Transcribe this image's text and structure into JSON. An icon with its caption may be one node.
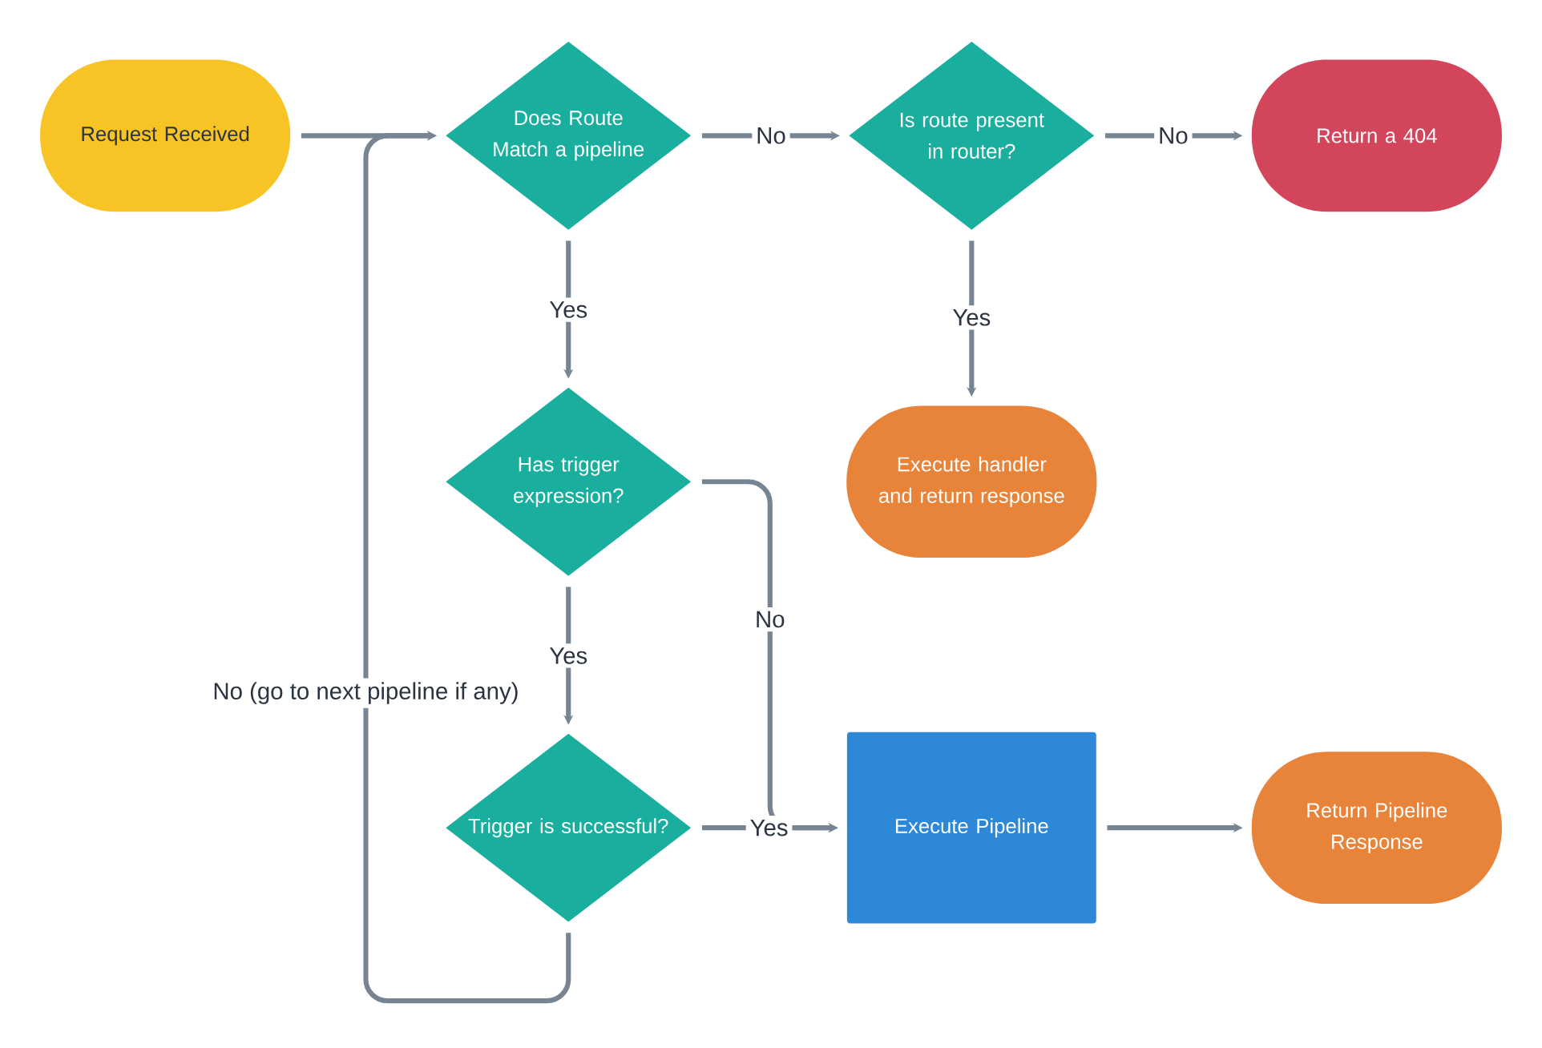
{
  "diagram": {
    "nodes": [
      {
        "text": [
          "Request Received"
        ]
      },
      {
        "text": [
          "Does Route Match a pipeline"
        ]
      },
      {
        "text": [
          "Is route present in router?"
        ]
      },
      {
        "text": [
          "Return a 404"
        ]
      },
      {
        "text": [
          "Has trigger expression?"
        ]
      },
      {
        "text": [
          "Execute handler and return response"
        ]
      },
      {
        "text": [
          "Trigger is successful?"
        ]
      },
      {
        "text": [
          "Execute Pipeline"
        ]
      },
      {
        "text": [
          "Return Pipeline Response"
        ]
      }
    ],
    "edges": [
      {
        "from": 0,
        "to": 1,
        "arrow": "to"
      },
      {
        "from": 1,
        "to": 2,
        "arrow": "to",
        "label": "No"
      },
      {
        "from": 2,
        "to": 3,
        "arrow": "to",
        "label": "No"
      },
      {
        "from": 1,
        "to": 4,
        "arrow": "to",
        "label": "Yes"
      },
      {
        "from": 2,
        "to": 5,
        "arrow": "to",
        "label": "Yes"
      },
      {
        "from": 4,
        "to": 7,
        "arrow": "to",
        "label": "No"
      },
      {
        "from": 4,
        "to": 6,
        "arrow": "to",
        "label": "Yes"
      },
      {
        "from": 6,
        "to": 7,
        "arrow": "to",
        "label": "Yes"
      },
      {
        "from": 7,
        "to": 8,
        "arrow": "to"
      },
      {
        "from": 6,
        "to": 1,
        "arrow": "to",
        "label": "No (go to next pipeline if any)"
      }
    ]
  }
}
